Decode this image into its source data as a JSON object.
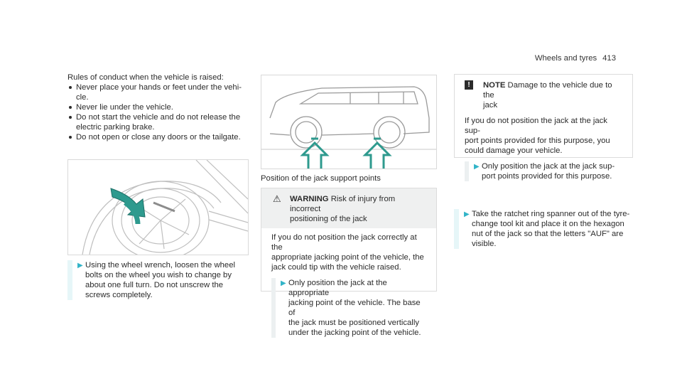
{
  "header": {
    "section": "Wheels and tyres",
    "page": "413"
  },
  "col1": {
    "intro": "Rules of conduct when the vehicle is raised:",
    "rules": [
      "Never place your hands or feet under the vehi-\ncle.",
      "Never lie under the vehicle.",
      "Do not start the vehicle and do not release the\nelectric parking brake.",
      "Do not open or close any doors or the tailgate."
    ],
    "step": "Using the wheel wrench, loosen the wheel\nbolts on the wheel you wish to change by\nabout one full turn. Do not unscrew the\nscrews completely."
  },
  "col2": {
    "caption": "Position of the jack support points",
    "warning": {
      "label": "WARNING",
      "title": "Risk of injury from incorrect\npositioning of the jack",
      "body": "If you do not position the jack correctly at the\nappropriate jacking point of the vehicle, the\njack could tip with the vehicle raised.",
      "action": "Only position the jack at the appropriate\njacking point of the vehicle. The base of\nthe jack must be positioned vertically\nunder the jacking point of the vehicle."
    }
  },
  "col3": {
    "note": {
      "label": "NOTE",
      "title": "Damage to the vehicle due to the\njack",
      "body": "If you do not position the jack at the jack sup-\nport points provided for this purpose, you\ncould damage your vehicle.",
      "action": "Only position the jack at the jack sup-\nport points provided for this purpose."
    },
    "step": "Take the ratchet ring spanner out of the tyre-\nchange tool kit and place it on the hexagon\nnut of the jack so that the letters \"AUF\" are\nvisible."
  },
  "colors": {
    "accent": "#32b4c8",
    "step_bar": "#e6f6f8",
    "callout_header": "#eff0f0",
    "figure_arrow": "#2e9a8e"
  }
}
